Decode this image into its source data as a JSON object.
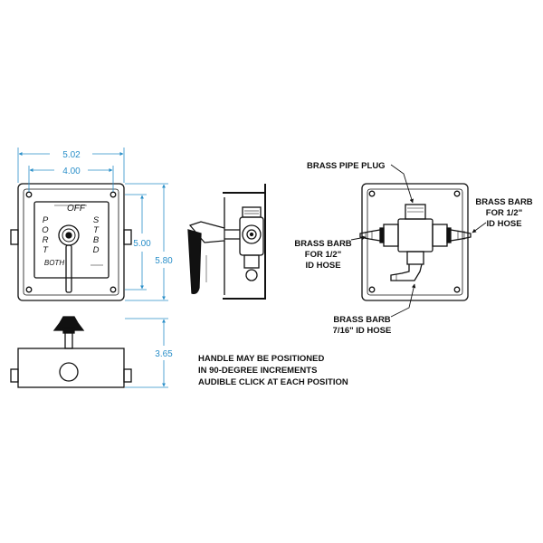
{
  "dimensions": {
    "overall_width": "5.02",
    "hole_spacing": "4.00",
    "hole_height": "5.00",
    "overall_height": "5.80",
    "depth": "3.65"
  },
  "switch_face": {
    "top_label": "OFF",
    "left_label": [
      "P",
      "O",
      "R",
      "T"
    ],
    "right_label": [
      "S",
      "T",
      "B",
      "D"
    ],
    "bottom_label": "BOTH"
  },
  "callouts": {
    "pipe_plug": "BRASS PIPE PLUG",
    "barb_right": [
      "BRASS BARB",
      "FOR 1/2\"",
      "ID HOSE"
    ],
    "barb_left": [
      "BRASS BARB",
      "FOR 1/2\"",
      "ID HOSE"
    ],
    "barb_bottom": [
      "BRASS BARB",
      "7/16\"  ID HOSE"
    ]
  },
  "note": [
    "HANDLE MAY BE POSITIONED",
    "IN 90-DEGREE INCREMENTS",
    "AUDIBLE CLICK AT EACH POSITION"
  ],
  "colors": {
    "dimension": "#2a8fc9",
    "line": "#111111"
  }
}
